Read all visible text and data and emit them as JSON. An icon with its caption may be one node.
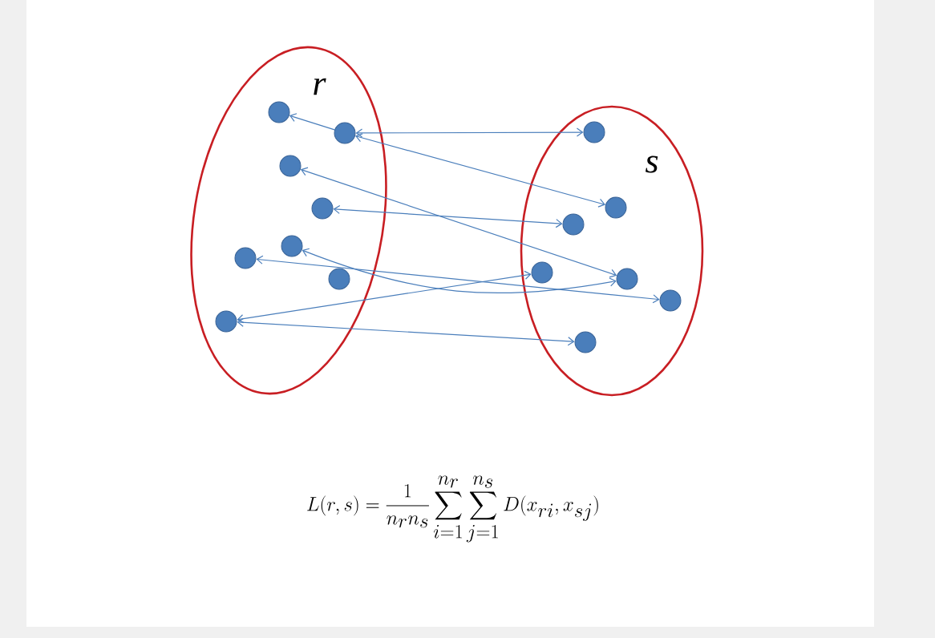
{
  "diagram": {
    "nodes": [
      {
        "text": [
          "r"
        ]
      },
      {
        "text": [
          "s"
        ]
      },
      {
        "text": [],
        "shape": "circle",
        "in": 0
      },
      {
        "text": [],
        "shape": "circle",
        "in": 0
      },
      {
        "text": [],
        "shape": "circle",
        "in": 0
      },
      {
        "text": [],
        "shape": "circle",
        "in": 0
      },
      {
        "text": [],
        "shape": "circle",
        "in": 0
      },
      {
        "text": [],
        "shape": "circle",
        "in": 0
      },
      {
        "text": [],
        "shape": "circle",
        "in": 0
      },
      {
        "text": [],
        "shape": "circle",
        "in": 0
      },
      {
        "text": [],
        "shape": "circle",
        "in": 1
      },
      {
        "text": [],
        "shape": "circle",
        "in": 1
      },
      {
        "text": [],
        "shape": "circle",
        "in": 1
      },
      {
        "text": [],
        "shape": "circle",
        "in": 1
      },
      {
        "text": [],
        "shape": "circle",
        "in": 1
      },
      {
        "text": [],
        "shape": "circle",
        "in": 1
      },
      {
        "text": [],
        "shape": "circle",
        "in": 1
      }
    ],
    "edges": [
      {
        "from": 3,
        "to": 2,
        "arrow": "to"
      },
      {
        "from": 3,
        "to": 10,
        "arrow": "both"
      },
      {
        "from": 3,
        "to": 11,
        "arrow": "both"
      },
      {
        "from": 4,
        "to": 14,
        "arrow": "both"
      },
      {
        "from": 5,
        "to": 12,
        "arrow": "both"
      },
      {
        "from": 6,
        "to": 14,
        "arrow": "both"
      },
      {
        "from": 7,
        "to": 15,
        "arrow": "both"
      },
      {
        "from": 9,
        "to": 13,
        "arrow": "both"
      },
      {
        "from": 9,
        "to": 16,
        "arrow": "both"
      }
    ],
    "labels": [
      "L(r,s)=\\frac{1}{n_r n_s}\\sum_{i=1}^{n_r}\\sum_{j=1}^{n_s} D(x_{ri},x_{sj})"
    ]
  }
}
